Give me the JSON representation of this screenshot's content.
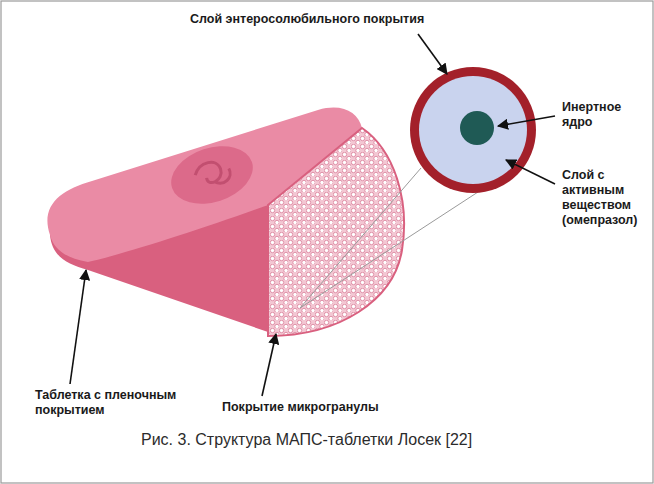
{
  "diagram": {
    "caption": "Рис. 3. Структура МАПС-таблетки Лосек [22]",
    "labels": [
      "Слой энтеросолюбильного покрытия",
      "Инертное ядро",
      "Слой с активным веществом (омепразол)",
      "Таблетка с пленочным покрытием",
      "Покрытие микрогранулы"
    ]
  }
}
